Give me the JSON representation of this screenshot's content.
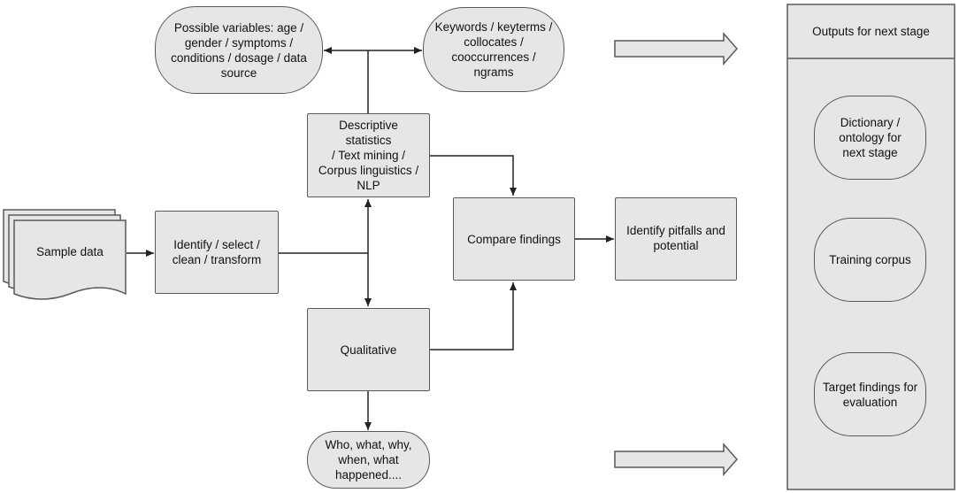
{
  "nodes": {
    "sample_data": "Sample data",
    "identify_select": "Identify / select /\nclean / transform",
    "descriptive_stats": "Descriptive statistics\n/ Text mining /\nCorpus linguistics /\nNLP",
    "qualitative": "Qualitative",
    "variables": "Possible variables: age /\ngender / symptoms /\nconditions / dosage / data\nsource",
    "keywords": "Keywords / keyterms /\ncollocates /\ncooccurrences / ngrams",
    "who_what": "Who, what, why,\nwhen, what\nhappened....",
    "compare_findings": "Compare findings",
    "identify_pitfalls": "Identify pitfalls and\npotential"
  },
  "outputs_panel": {
    "title": "Outputs for next stage",
    "items": [
      "Dictionary /\nontology for\nnext stage",
      "Training corpus",
      "Target findings for\nevaluation"
    ]
  },
  "colors": {
    "node_fill": "#e6e6e6",
    "stroke": "#5a5a5a",
    "connector": "#222222"
  }
}
